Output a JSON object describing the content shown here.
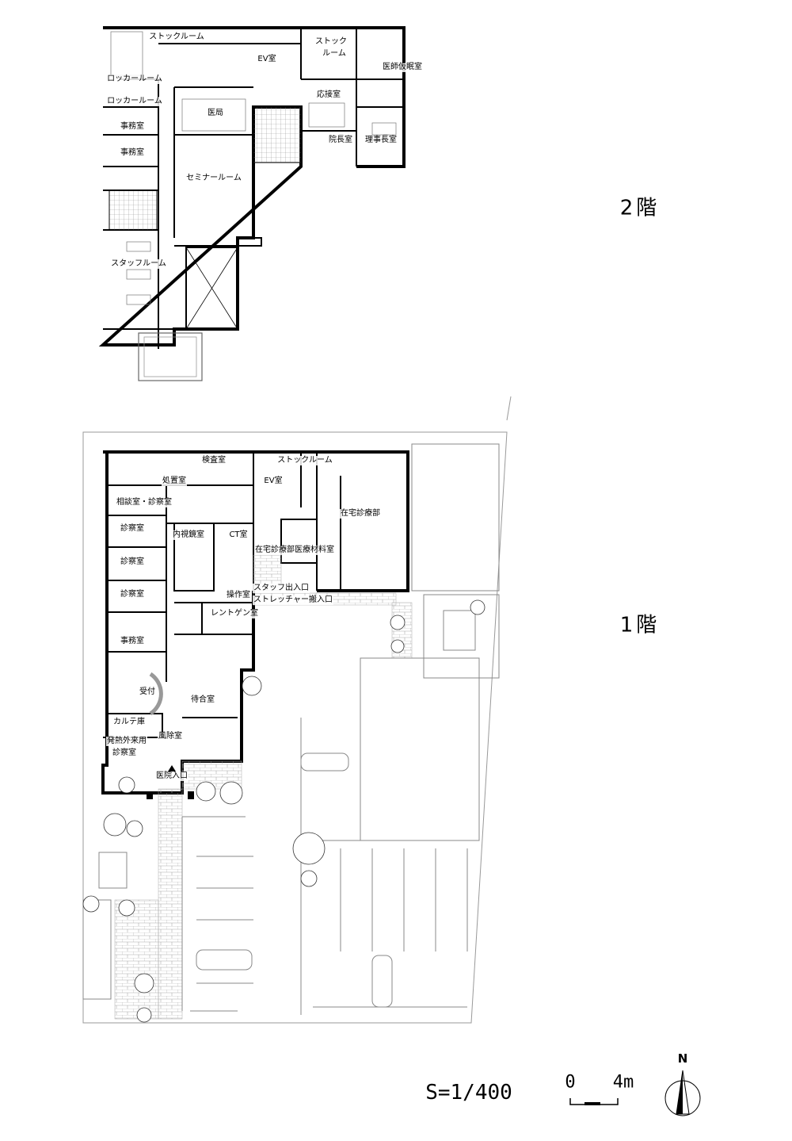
{
  "floor2": {
    "title": "2階",
    "rooms": [
      "ストックルーム",
      "EV室",
      "ストック",
      "ルーム",
      "医師仮眠室",
      "ロッカールーム",
      "ロッカールーム",
      "医局",
      "応接室",
      "事務室",
      "事務室",
      "院長室",
      "理事長室",
      "セミナールーム",
      "スタッフルーム"
    ]
  },
  "floor1": {
    "title": "1階",
    "rooms": [
      "検査室",
      "ストックルーム",
      "処置室",
      "EV室",
      "相談室・診察室",
      "在宅診療部",
      "診察室",
      "診察室",
      "診察室",
      "内視鏡室",
      "CT室",
      "在宅診療部医療材料室",
      "操作室",
      "スタッフ出入口",
      "ストレッチャー搬入口",
      "レントゲン室",
      "事務室",
      "受付",
      "待合室",
      "カルテ庫",
      "風除室",
      "発熱外来用",
      "診察室",
      "医院入口"
    ]
  },
  "legend": {
    "scale": "S=1/400",
    "scale_bar_start": "0",
    "scale_bar_end": "4m",
    "north": "N"
  },
  "colors": {
    "wall": "#000000",
    "line": "#888888",
    "hatch": "#999999"
  }
}
